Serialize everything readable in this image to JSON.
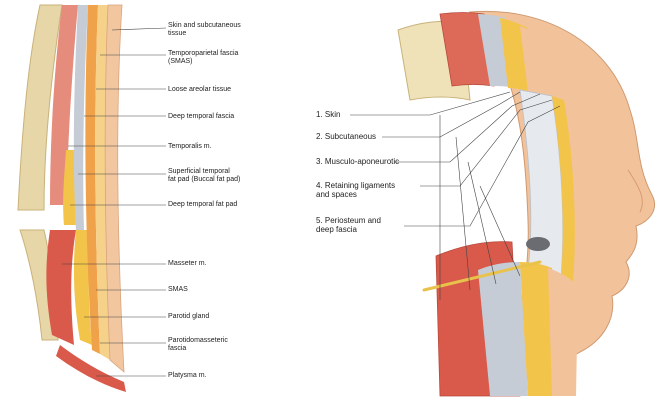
{
  "left_panel": {
    "labels": [
      "Skin and subcutaneous\ntissue",
      "Temporoparietal fascia\n(SMAS)",
      "Loose areolar tissue",
      "Deep temporal fascia",
      "Temporalis m.",
      "Superficial temporal\nfat pad (Buccal fat pad)",
      "Deep temporal fat pad",
      "Masseter m.",
      "SMAS",
      "Parotid gland",
      "Parotidomasseteric\nfascia",
      "Platysma m."
    ]
  },
  "right_panel": {
    "labels": [
      "1. Skin",
      "2. Subcutaneous",
      "3. Musculo-aponeurotic",
      "4. Retaining ligaments\nand spaces",
      "5. Periosteum and\ndeep fascia"
    ]
  },
  "colors": {
    "skin": "#f2c7a0",
    "bone": "#e9dcb4",
    "muscle": "#d9594a",
    "fat": "#f3c44a",
    "fascia": "#c6ccd6",
    "gland": "#f0d48a"
  }
}
